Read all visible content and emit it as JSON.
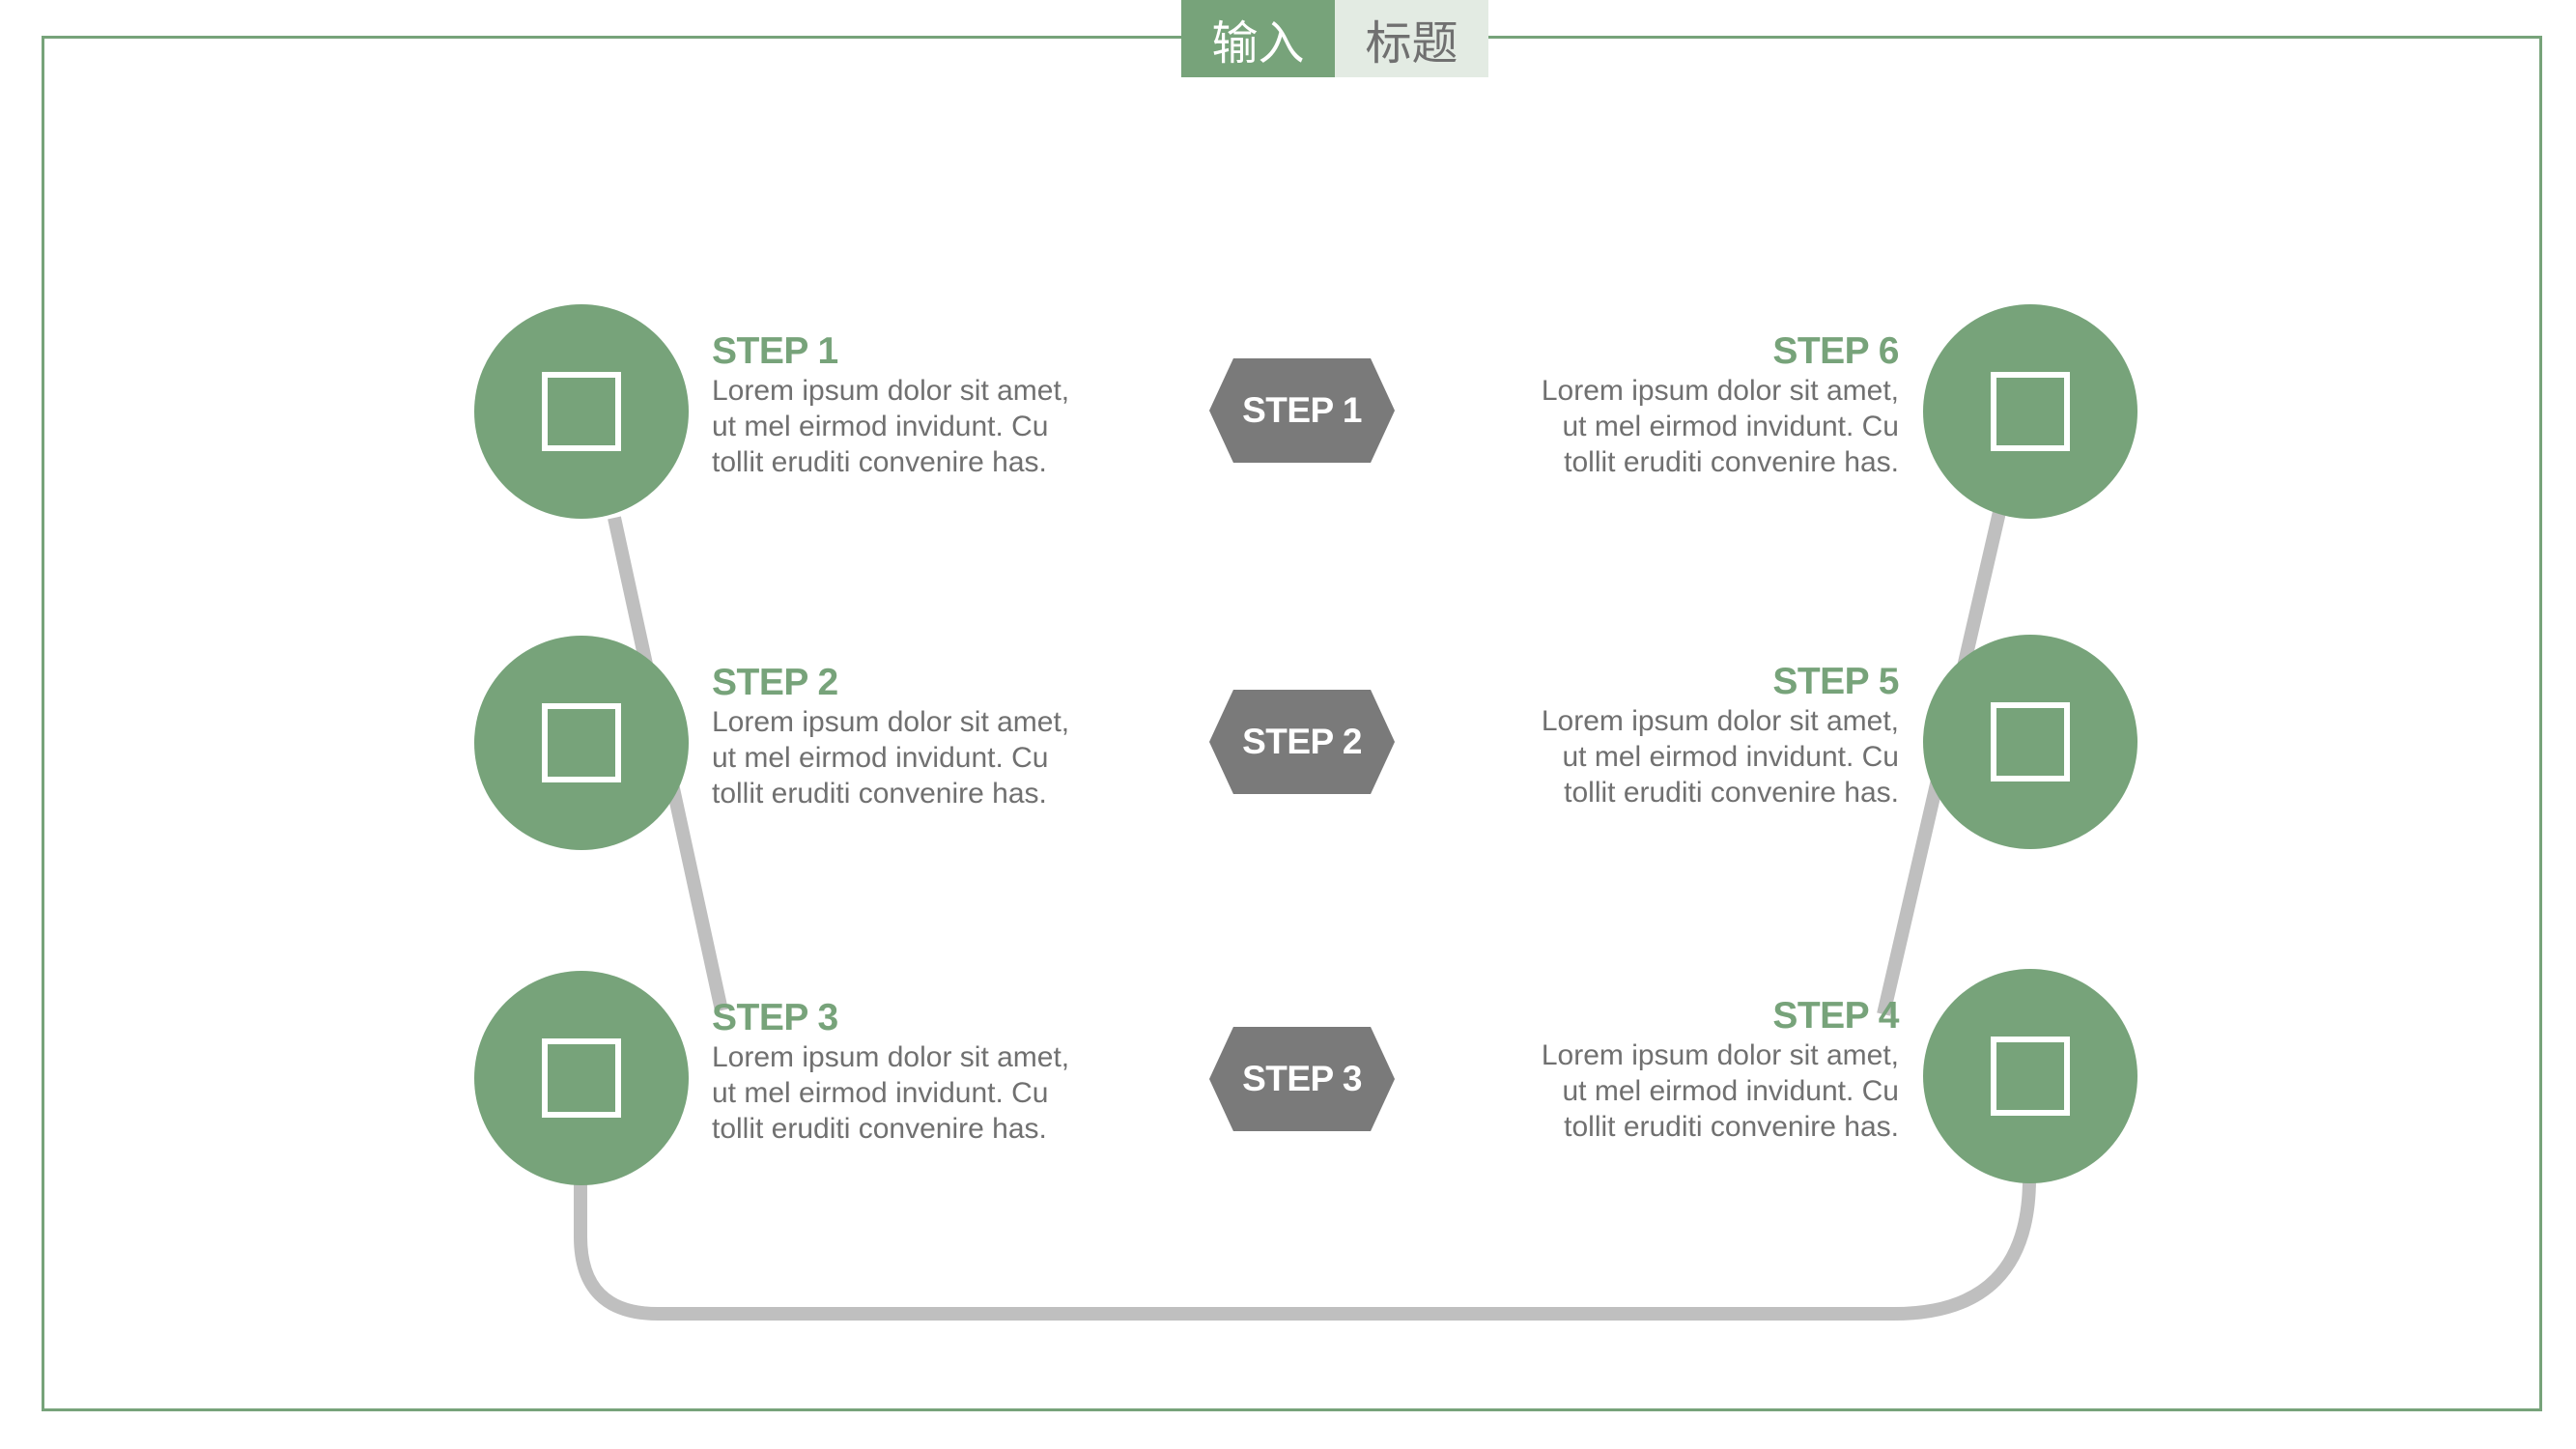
{
  "title": {
    "part1": "输入",
    "part2": "标题"
  },
  "colors": {
    "accent": "#77a37a",
    "connector": "#bfbfbf",
    "hexagon": "#7a7a7a",
    "body_text": "#707070",
    "title_tab_light": "#e3ebe3"
  },
  "icons": {
    "step_icon": "square-outline-icon"
  },
  "steps_left": [
    {
      "title": "STEP 1",
      "body": "Lorem ipsum dolor sit amet,\nut mel eirmod invidunt. Cu\ntollit eruditi convenire has."
    },
    {
      "title": "STEP 2",
      "body": "Lorem ipsum dolor sit amet,\nut mel eirmod invidunt. Cu\ntollit eruditi convenire has."
    },
    {
      "title": "STEP 3",
      "body": "Lorem ipsum dolor sit amet,\nut mel eirmod invidunt. Cu\ntollit eruditi convenire has."
    }
  ],
  "steps_right": [
    {
      "title": "STEP 6",
      "body": "Lorem ipsum dolor sit amet,\nut mel eirmod invidunt. Cu\ntollit eruditi convenire has."
    },
    {
      "title": "STEP 5",
      "body": "Lorem ipsum dolor sit amet,\nut mel eirmod invidunt. Cu\ntollit eruditi convenire has."
    },
    {
      "title": "STEP 4",
      "body": "Lorem ipsum dolor sit amet,\nut mel eirmod invidunt. Cu\ntollit eruditi convenire has."
    }
  ],
  "center_labels": [
    "STEP 1",
    "STEP 2",
    "STEP 3"
  ]
}
